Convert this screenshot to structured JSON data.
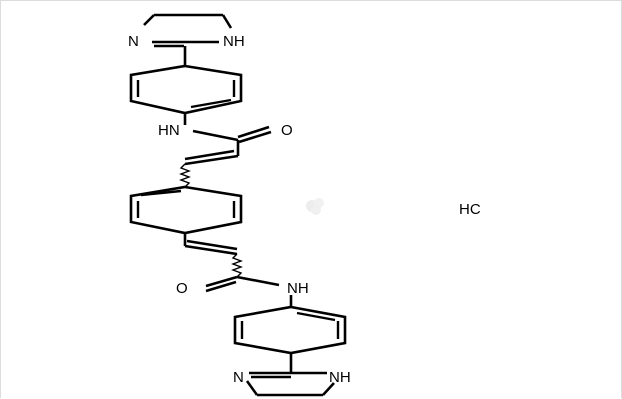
{
  "molecule": {
    "top_imidazoline": {
      "n_label": "N",
      "nh_label": "NH"
    },
    "top_amide": {
      "hn_label": "HN",
      "o_label": "O"
    },
    "bottom_amide": {
      "o_label": "O",
      "nh_label": "NH"
    },
    "bottom_imidazoline": {
      "n_label": "N",
      "nh_label": "NH"
    },
    "counter_ion": {
      "label": "HC"
    }
  },
  "colors": {
    "bond": "#000000",
    "background": "#ffffff",
    "frame": "#dcdcdc",
    "blur_dot": "#e6e6e6"
  }
}
